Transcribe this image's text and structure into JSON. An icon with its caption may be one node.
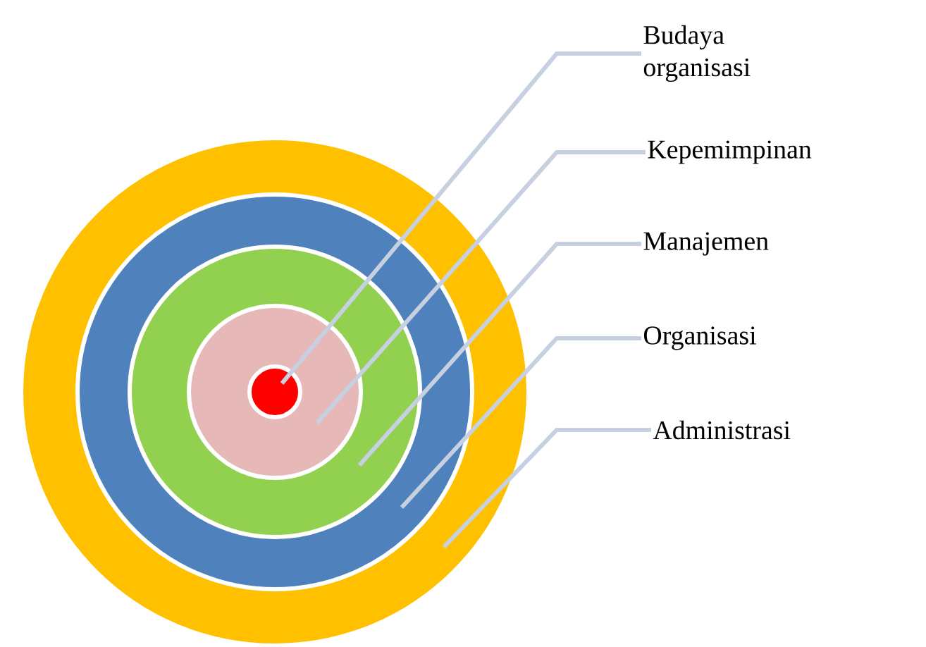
{
  "diagram": {
    "nodes": [
      {
        "text": [],
        "shape": "circle"
      },
      {
        "text": [],
        "shape": "circle",
        "in": 0
      },
      {
        "text": [],
        "shape": "circle",
        "in": 1
      },
      {
        "text": [],
        "shape": "circle",
        "in": 2
      },
      {
        "text": [],
        "shape": "circle",
        "in": 3
      },
      {
        "text": [
          "Budaya organisasi"
        ]
      },
      {
        "text": [
          "Kepemimpinan"
        ]
      },
      {
        "text": [
          "Manajemen"
        ]
      },
      {
        "text": [
          "Organisasi"
        ]
      },
      {
        "text": [
          "Administrasi"
        ]
      }
    ],
    "edges": [
      {
        "from": 5,
        "to": 4,
        "arrow": "none"
      },
      {
        "from": 6,
        "to": 3,
        "arrow": "none"
      },
      {
        "from": 7,
        "to": 2,
        "arrow": "none"
      },
      {
        "from": 8,
        "to": 1,
        "arrow": "none"
      },
      {
        "from": 9,
        "to": 0,
        "arrow": "none"
      }
    ]
  }
}
